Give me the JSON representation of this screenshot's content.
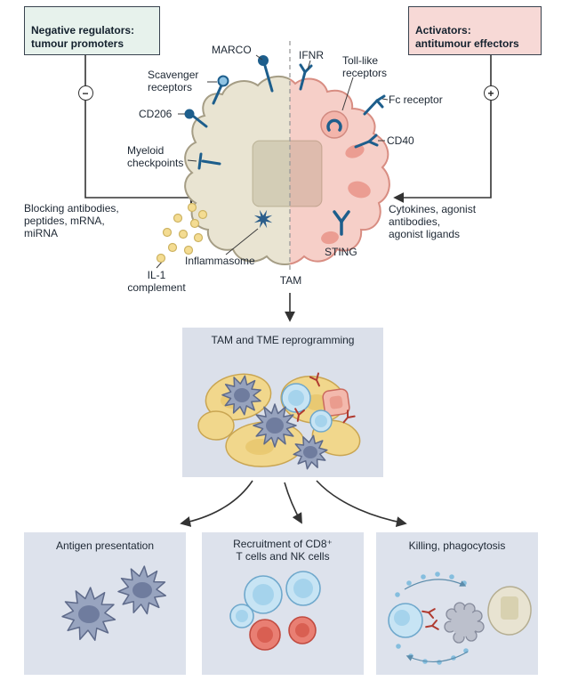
{
  "header": {
    "negative": "Negative regulators:\ntumour promoters",
    "activators": "Activators:\nantitumour effectors",
    "minus": "−",
    "plus": "+"
  },
  "macrophage": {
    "label": "TAM",
    "receptors": {
      "marco": "MARCO",
      "ifnr": "IFNR",
      "toll_like": "Toll-like\nreceptors",
      "scavenger": "Scavenger\nreceptors",
      "fc": "Fc receptor",
      "cd206": "CD206",
      "cd40": "CD40",
      "myeloid": "Myeloid\ncheckpoints",
      "inflammasome": "Inflammasome",
      "sting": "STING"
    }
  },
  "left_annotations": {
    "blocking": "Blocking antibodies,\npeptides, mRNA,\nmiRNA",
    "il1": "IL-1\ncomplement"
  },
  "right_annotations": {
    "cytokines": "Cytokines, agonist\nantibodies,\nagonist ligands"
  },
  "reprogramming": {
    "title": "TAM and TME reprogramming"
  },
  "outcomes": {
    "antigen": "Antigen presentation",
    "recruitment": "Recruitment of CD8⁺\nT cells and NK cells",
    "killing": "Killing, phagocytosis"
  },
  "colors": {
    "negative_box_bg": "#e7f2ec",
    "activator_box_bg": "#f7d9d6",
    "panel_bg": "#dbe0ea",
    "cell_left": "#e9e4d2",
    "cell_right": "#f6cfc8",
    "receptor_blue": "#1d5e8c",
    "vesicle_yellow": "#f4dc92",
    "macrophage_gray": "#96a2bd",
    "tumour_yellow": "#f1d78c",
    "lymphocyte_blue": "#c7e4f4",
    "t_cell_red": "#e97f73"
  }
}
